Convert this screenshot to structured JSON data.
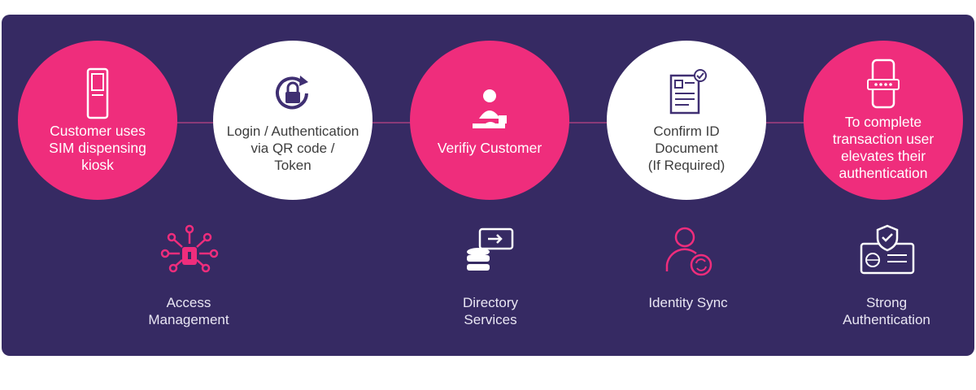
{
  "steps": [
    {
      "label": "Customer uses\nSIM dispensing\nkiosk",
      "icon": "kiosk-icon"
    },
    {
      "label": "Login / Authentication\nvia QR code /\nToken",
      "icon": "qr-lock-icon"
    },
    {
      "label": "Verifiy Customer",
      "icon": "agent-icon"
    },
    {
      "label": "Confirm ID\nDocument\n(If Required)",
      "icon": "id-document-icon"
    },
    {
      "label": "To complete\ntransaction user\nelevates their\nauthentication",
      "icon": "phone-password-icon"
    }
  ],
  "capabilities": [
    {
      "label": "Access\nManagement",
      "icon": "access-management-icon"
    },
    {
      "label": "Directory\nServices",
      "icon": "directory-services-icon"
    },
    {
      "label": "Identity Sync",
      "icon": "identity-sync-icon"
    },
    {
      "label": "Strong\nAuthentication",
      "icon": "strong-authentication-icon"
    }
  ],
  "colors": {
    "panel": "#362a63",
    "pink": "#ef2d7c",
    "purple": "#3f2f72",
    "white": "#ffffff"
  }
}
